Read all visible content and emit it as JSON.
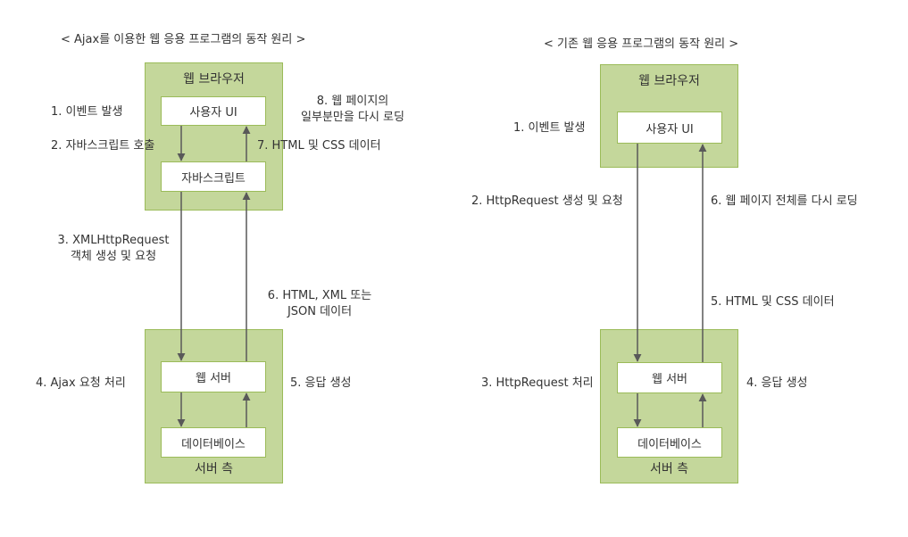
{
  "left": {
    "title": "< Ajax를 이용한 웹 응용 프로그램의 동작 원리 >",
    "browser_label": "웹 브라우저",
    "server_label": "서버 측",
    "node_user_ui": "사용자 UI",
    "node_javascript": "자바스크립트",
    "node_web_server": "웹 서버",
    "node_database": "데이터베이스",
    "step1": "1. 이벤트 발생",
    "step2": "2. 자바스크립트 호출",
    "step3_line1": "3. XMLHttpRequest",
    "step3_line2": "객체 생성 및 요청",
    "step4": "4. Ajax 요청 처리",
    "step5": "5. 응답 생성",
    "step6_line1": "6. HTML, XML 또는",
    "step6_line2": "JSON 데이터",
    "step7": "7. HTML 및 CSS 데이터",
    "step8_line1": "8. 웹 페이지의",
    "step8_line2": "일부분만을 다시 로딩"
  },
  "right": {
    "title": "< 기존 웹 응용 프로그램의 동작 원리 >",
    "browser_label": "웹 브라우저",
    "server_label": "서버 측",
    "node_user_ui": "사용자 UI",
    "node_web_server": "웹 서버",
    "node_database": "데이터베이스",
    "step1": "1. 이벤트 발생",
    "step2": "2. HttpRequest 생성 및 요청",
    "step3": "3. HttpRequest 처리",
    "step4": "4. 응답 생성",
    "step5": "5. HTML 및 CSS 데이터",
    "step6": "6. 웹 페이지 전체를 다시 로딩"
  },
  "colors": {
    "panel_fill": "#c4d79b",
    "panel_border": "#9bbb59",
    "arrow": "#595959"
  }
}
